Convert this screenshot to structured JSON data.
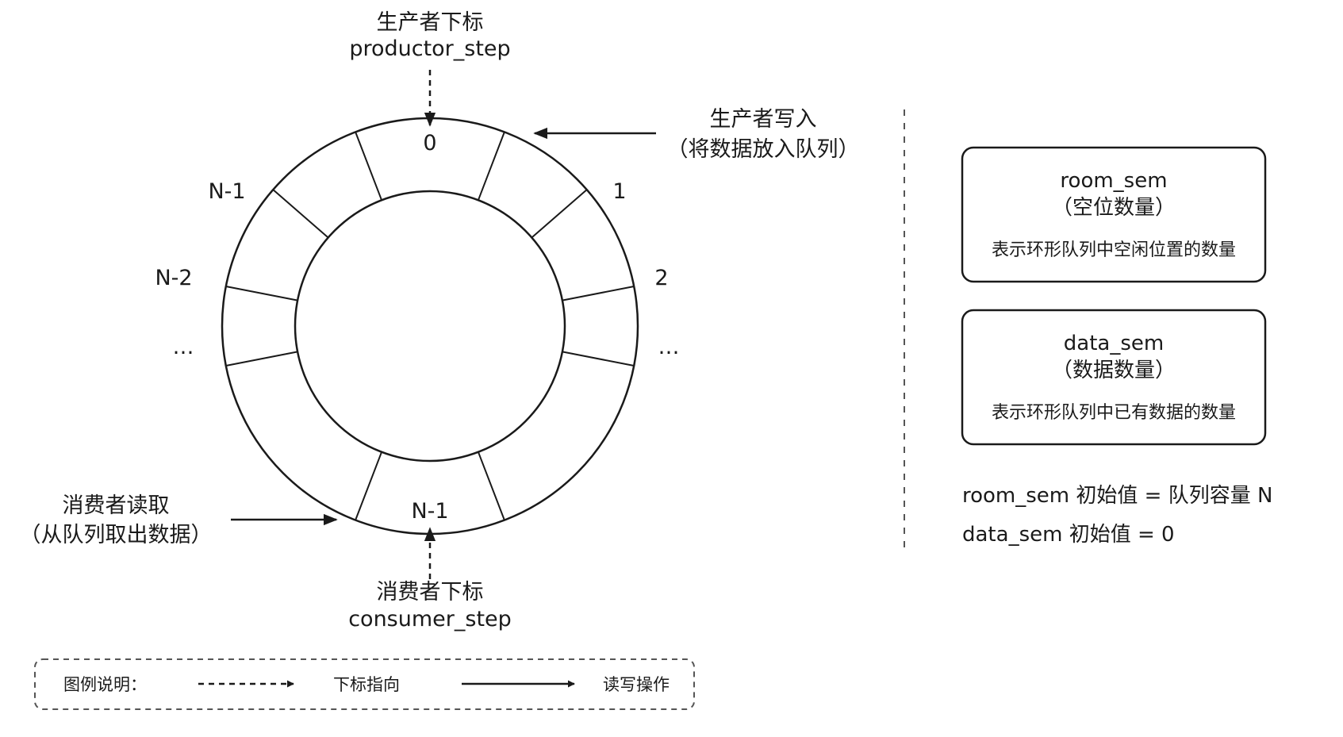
{
  "ring": {
    "index_labels": {
      "top": "0",
      "upper_right": "1",
      "right": "2",
      "right_dots": "…",
      "upper_left": "N-1",
      "left": "N-2",
      "left_dots": "…",
      "bottom": "N-1"
    }
  },
  "producer_index": {
    "title": "生产者下标",
    "var": "productor_step"
  },
  "consumer_index": {
    "title": "消费者下标",
    "var": "consumer_step"
  },
  "producer_write": {
    "title": "生产者写入",
    "detail": "（将数据放入队列）"
  },
  "consumer_read": {
    "title": "消费者读取",
    "detail": "（从队列取出数据）"
  },
  "room_sem": {
    "name": "room_sem",
    "subtitle": "（空位数量）",
    "desc": "表示环形队列中空闲位置的数量"
  },
  "data_sem": {
    "name": "data_sem",
    "subtitle": "（数据数量）",
    "desc": "表示环形队列中已有数据的数量"
  },
  "init": {
    "room": "room_sem 初始值 = 队列容量 N",
    "data": "data_sem 初始值 = 0"
  },
  "legend": {
    "title": "图例说明：",
    "dashed_label": "下标指向",
    "solid_label": "读写操作"
  },
  "colors": {
    "stroke": "#1a1a1a",
    "background": "#ffffff"
  }
}
